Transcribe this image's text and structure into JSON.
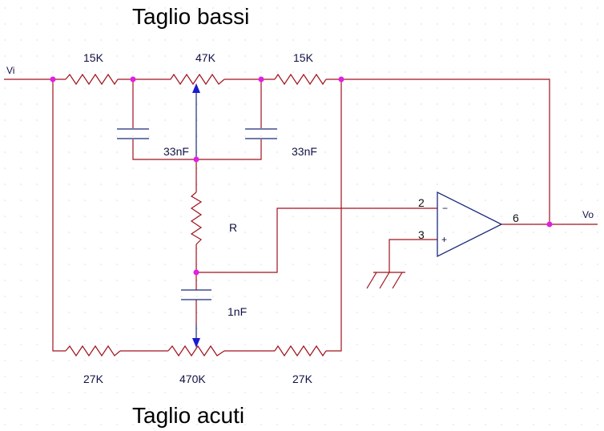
{
  "titles": {
    "top": "Taglio bassi",
    "bottom": "Taglio acuti"
  },
  "ports": {
    "input": "Vi",
    "output": "Vo"
  },
  "components": {
    "r_top_left": "15K",
    "pot_top": "47K",
    "r_top_right": "15K",
    "c_left": "33nF",
    "c_right": "33nF",
    "r_mid": "R",
    "c_mid": "1nF",
    "r_bot_left": "27K",
    "pot_bot": "470K",
    "r_bot_right": "27K"
  },
  "opamp": {
    "pin_inv": "2",
    "pin_noninv": "3",
    "pin_out": "6",
    "sign_minus": "−",
    "sign_plus": "+"
  },
  "colors": {
    "wire": "#a0121d",
    "component": "#1b2a7a",
    "node": "#e020e0",
    "wiper_arrow": "#1a1ad0"
  }
}
